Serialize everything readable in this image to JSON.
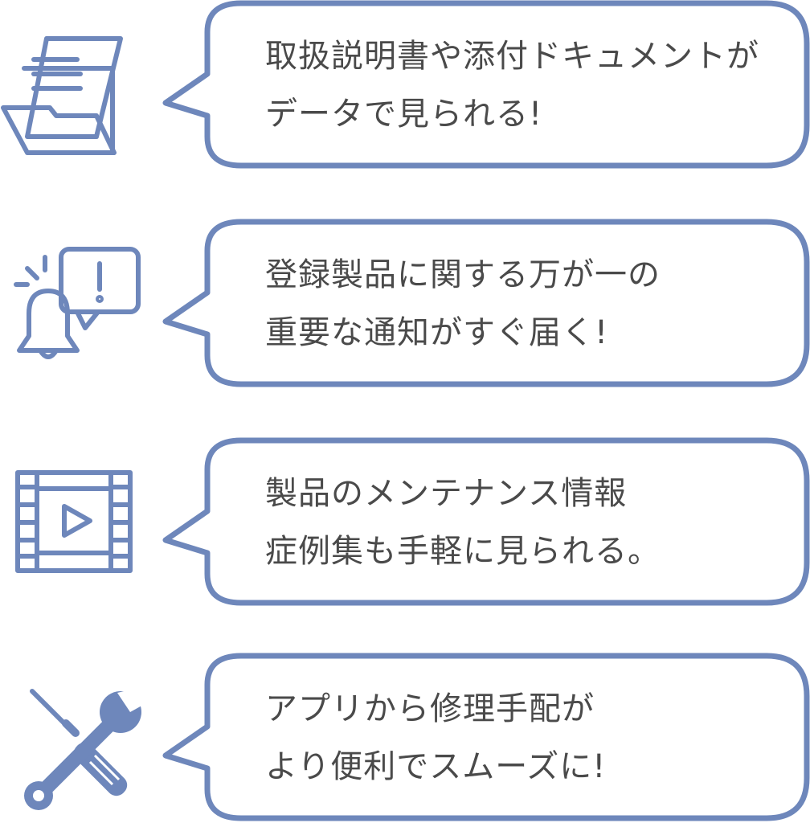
{
  "colors": {
    "accent": "#6e87bb",
    "text": "#4a4a4a",
    "background": "#ffffff"
  },
  "features": [
    {
      "icon": "document-folder-icon",
      "lines": [
        "取扱説明書や添付ドキュメントが",
        "データで見られる!"
      ]
    },
    {
      "icon": "bell-alert-icon",
      "lines": [
        "登録製品に関する万が一の",
        "重要な通知がすぐ届く!"
      ]
    },
    {
      "icon": "video-film-icon",
      "lines": [
        "製品のメンテナンス情報",
        "症例集も手軽に見られる。"
      ]
    },
    {
      "icon": "wrench-screwdriver-icon",
      "lines": [
        "アプリから修理手配が",
        "より便利でスムーズに!"
      ]
    }
  ]
}
